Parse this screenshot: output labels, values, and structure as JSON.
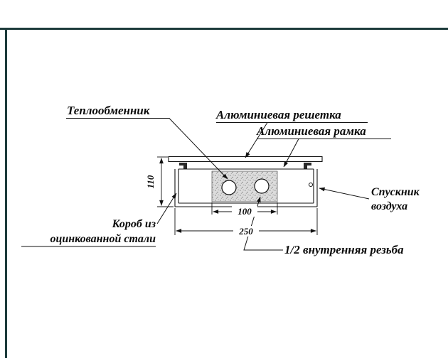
{
  "page": {
    "background": "#ffffff",
    "border_color": "#1d3b3b"
  },
  "labels": {
    "heat_exchanger": "Теплообменник",
    "aluminum_grille": "Алюминиевая решетка",
    "aluminum_frame": "Алюминиевая рамка",
    "air_vent": {
      "line1": "Спускник",
      "line2": "воздуха"
    },
    "steel_box": {
      "line1": "Короб из",
      "line2": "оцинкованной стали"
    },
    "thread": "1/2 внутренняя резьба"
  },
  "dimensions": {
    "height_mm": "110",
    "exchanger_width_mm": "100",
    "total_width_mm": "250"
  },
  "colors": {
    "line": "#111111",
    "hatch_fill": "#dcdcdc",
    "hatch_dot": "#8a8a8a"
  }
}
